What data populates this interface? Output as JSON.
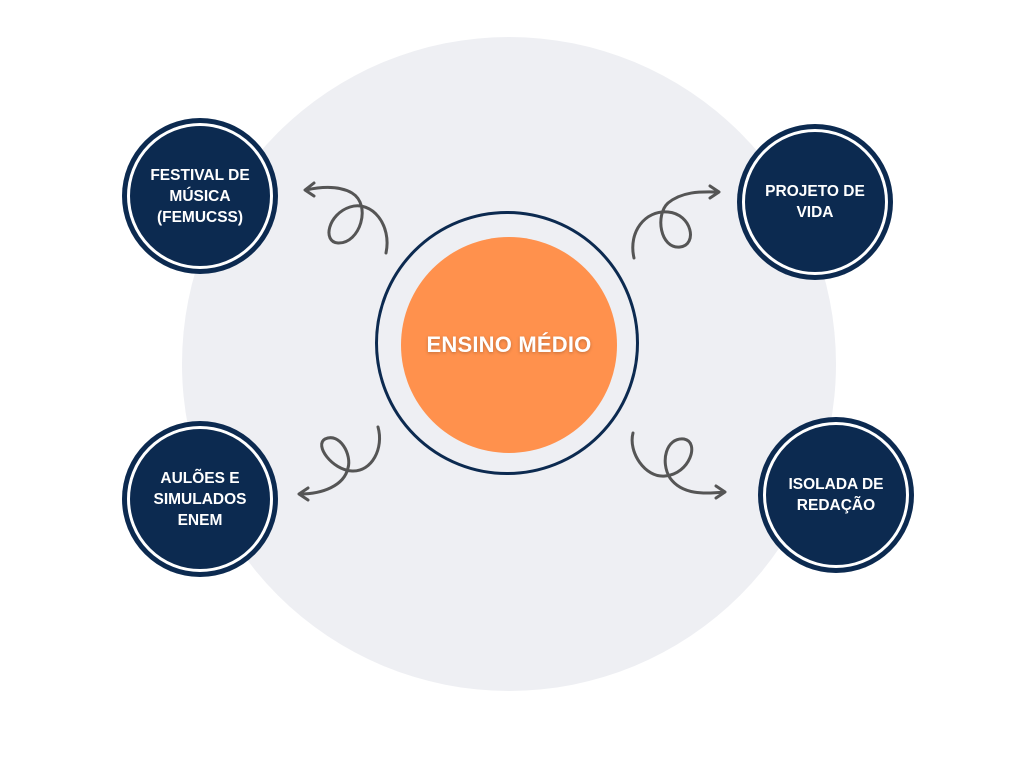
{
  "diagram": {
    "center": {
      "label": "ENSINO MÉDIO",
      "color": "#ff914d"
    },
    "ring_color": "#0c2a50",
    "background_color": "#eeeff3",
    "node_color": "#0c2a50",
    "arrow_color": "#555555",
    "nodes": [
      {
        "position": "top-left",
        "label": "FESTIVAL DE\nMÚSICA\n(FEMUCSS)"
      },
      {
        "position": "top-right",
        "label": "PROJETO DE\nVIDA"
      },
      {
        "position": "bottom-left",
        "label": "AULÕES E\nSIMULADOS\nENEM"
      },
      {
        "position": "bottom-right",
        "label": "ISOLADA DE\nREDAÇÃO"
      }
    ]
  }
}
